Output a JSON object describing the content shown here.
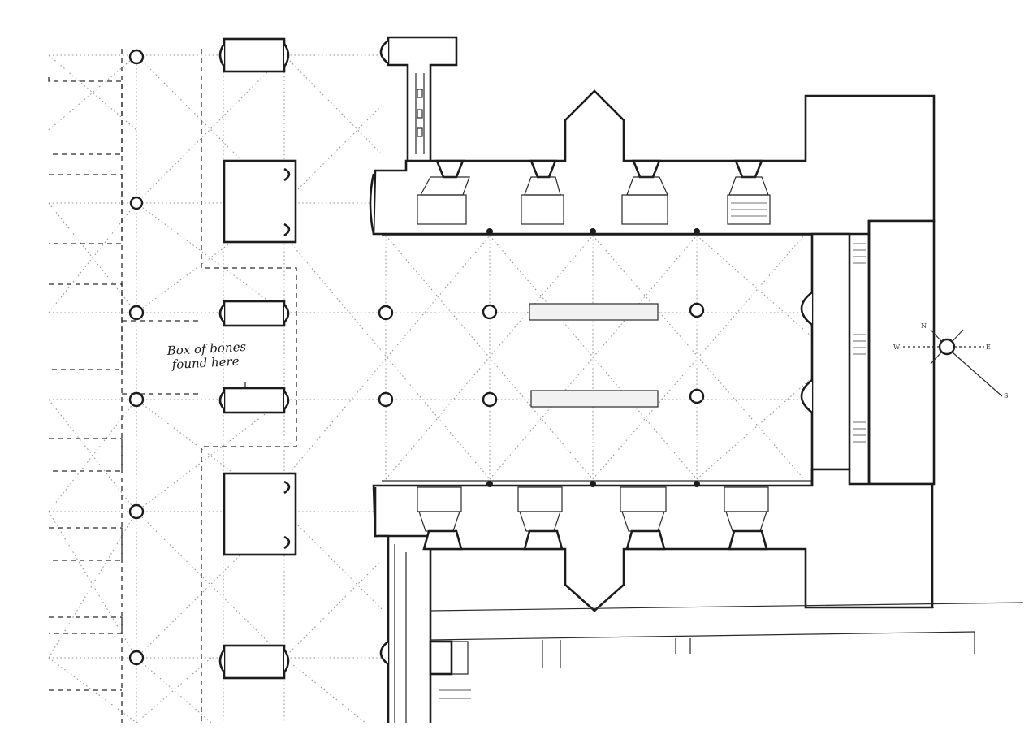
{
  "annotation": {
    "line1": "Box of bones",
    "line2": "found here"
  },
  "compass": {
    "north": "N",
    "east": "E",
    "south": "S",
    "west": "W"
  }
}
